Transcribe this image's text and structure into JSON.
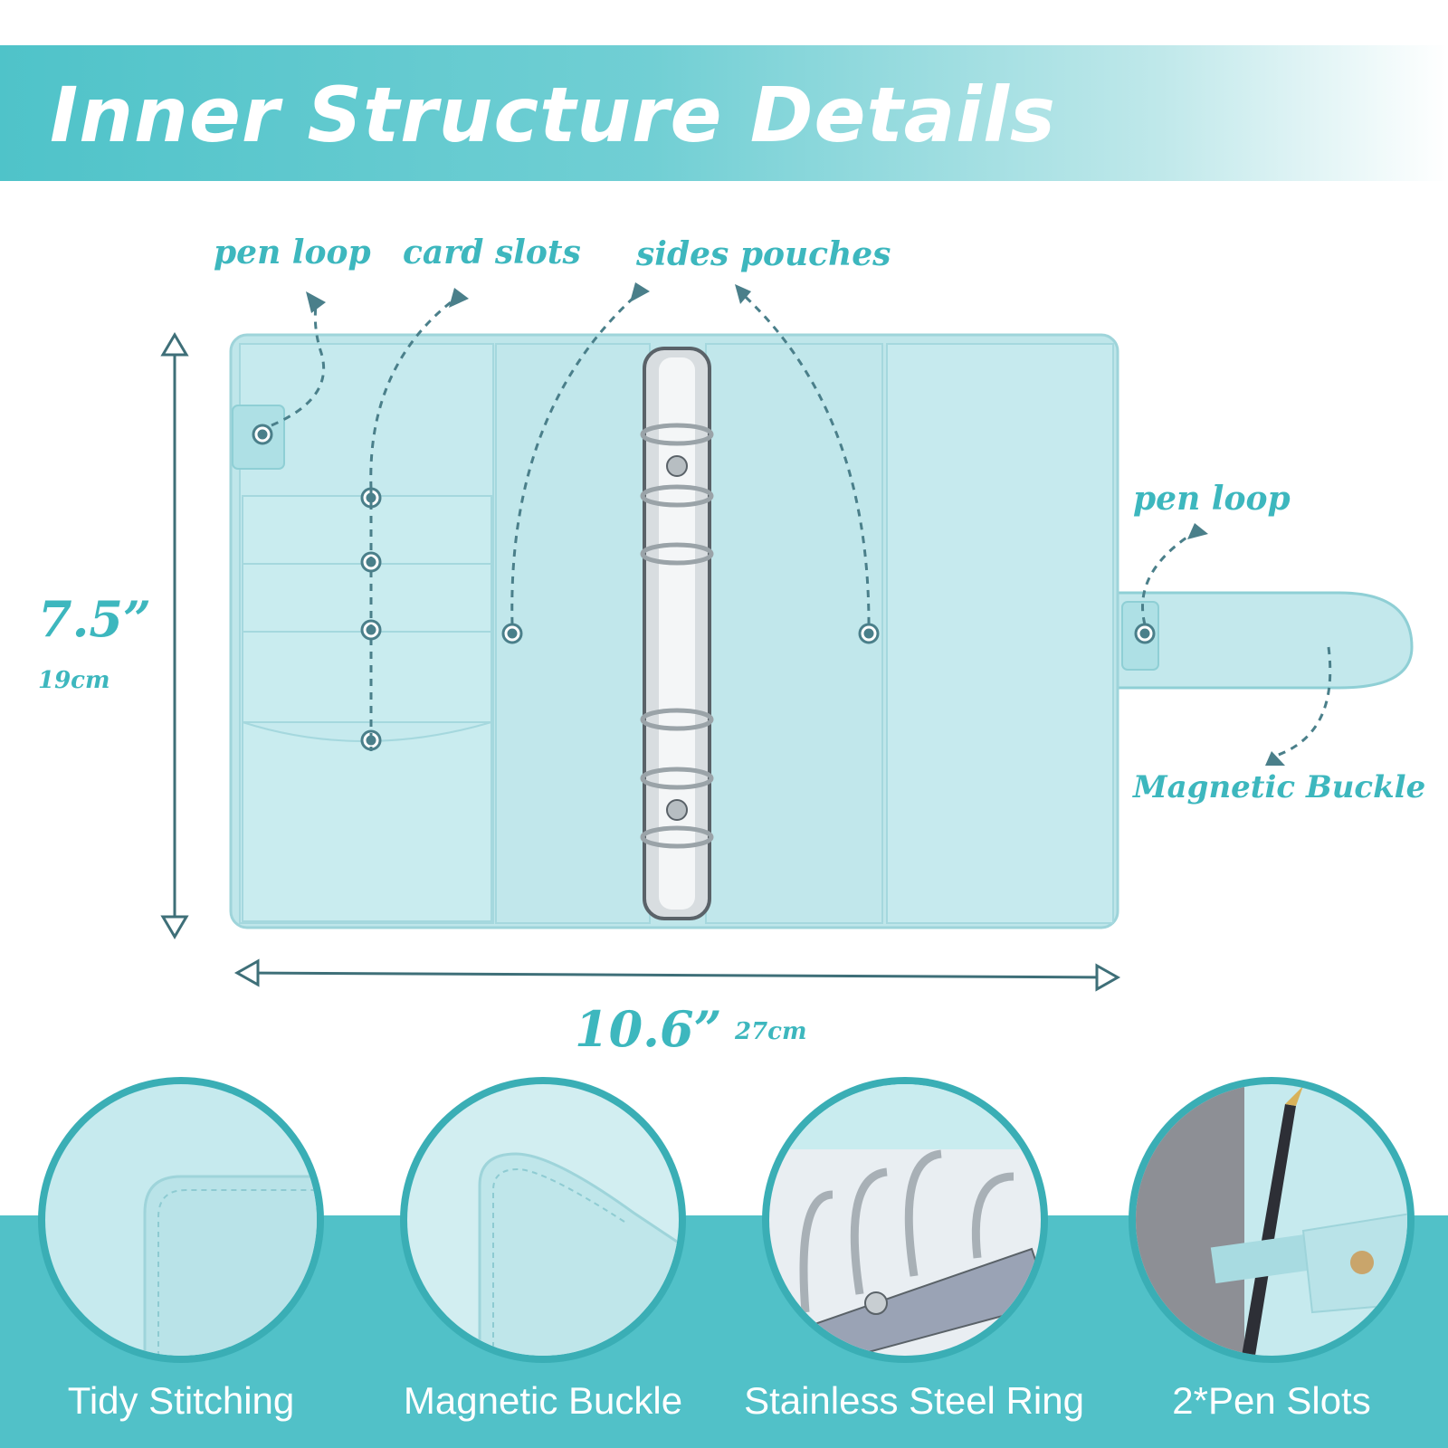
{
  "banner": {
    "title": "Inner Structure Details"
  },
  "callouts": {
    "pen_loop_left": "pen loop",
    "card_slots": "card slots",
    "side_pouches": "sides pouches",
    "pen_loop_right": "pen loop",
    "magnetic_buckle": "Magnetic Buckle"
  },
  "dimensions": {
    "height_in": "7.5”",
    "height_cm": "19cm",
    "width_in": "10.6”",
    "width_cm": "27cm"
  },
  "features": [
    {
      "label": "Tidy Stitching"
    },
    {
      "label": "Magnetic Buckle"
    },
    {
      "label": "Stainless Steel Ring"
    },
    {
      "label": "2*Pen Slots"
    }
  ],
  "colors": {
    "accent": "#3db7be",
    "binder": "#bfe6ea",
    "band": "#51c1c8",
    "arrow": "#4a7f8a"
  }
}
